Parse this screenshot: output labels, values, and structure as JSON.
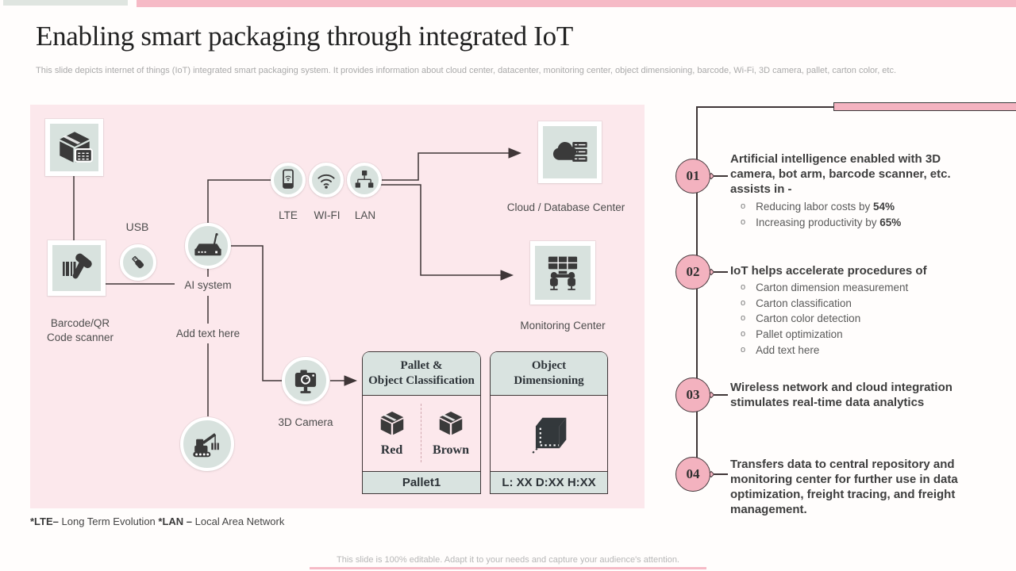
{
  "header": {
    "title": "Enabling smart packaging through integrated IoT",
    "subtitle": "This slide depicts internet of things (IoT) integrated smart packaging system. It provides information about cloud center, datacenter, monitoring center, object dimensioning, barcode, Wi-Fi, 3D camera, pallet, carton color, etc."
  },
  "diagram": {
    "labels": {
      "usb": "USB",
      "ai_system": "AI system",
      "scanner": "Barcode/QR Code scanner",
      "add_text": "Add text here",
      "lte": "LTE",
      "wifi": "WI-FI",
      "lan": "LAN",
      "cloud": "Cloud / Database Center",
      "monitoring": "Monitoring Center",
      "camera": "3D Camera"
    },
    "classification_table": {
      "header": "Pallet &\nObject Classification",
      "item1": "Red",
      "item2": "Brown",
      "footer": "Pallet1"
    },
    "dimension_table": {
      "header": "Object\nDimensioning",
      "footer": "L: XX D:XX H:XX"
    }
  },
  "right_panel": {
    "items": [
      {
        "number": "01",
        "heading": "Artificial intelligence enabled with 3D camera, bot arm, barcode scanner, etc. assists in -",
        "bullets": [
          {
            "text": "Reducing labor costs by ",
            "bold": "54%"
          },
          {
            "text": "Increasing productivity by ",
            "bold": "65%"
          }
        ]
      },
      {
        "number": "02",
        "heading": "IoT helps accelerate procedures of",
        "bullets": [
          {
            "text": "Carton dimension measurement",
            "bold": ""
          },
          {
            "text": "Carton classification",
            "bold": ""
          },
          {
            "text": "Carton color detection",
            "bold": ""
          },
          {
            "text": "Pallet optimization",
            "bold": ""
          },
          {
            "text": "Add text here",
            "bold": ""
          }
        ]
      },
      {
        "number": "03",
        "heading": "Wireless network and cloud integration stimulates real-time data analytics",
        "bullets": []
      },
      {
        "number": "04",
        "heading": "Transfers data to central repository and monitoring center for further use in data optimization, freight tracing, and freight management.",
        "bullets": []
      }
    ]
  },
  "footnote": {
    "term1_bold": "*LTE–",
    "term1_text": " Long Term Evolution ",
    "term2_bold": "*LAN – ",
    "term2_text": "Local Area Network"
  },
  "footer": {
    "note": "This slide is 100% editable. Adapt it to your needs and capture your audience's attention."
  },
  "colors": {
    "accent_pink": "#f4b3c0",
    "panel_pink": "#fce8ec",
    "tile_green": "#d8e2de",
    "line_dark": "#3f3637",
    "top_bar_pink": "#f6bac6",
    "top_bar_grey": "#dfe5e0"
  }
}
